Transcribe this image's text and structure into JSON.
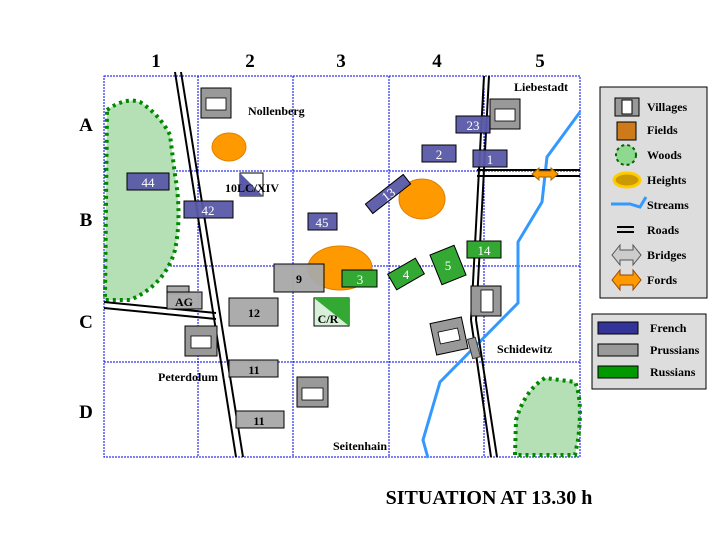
{
  "columns": [
    "1",
    "2",
    "3",
    "4",
    "5"
  ],
  "rows": [
    "A",
    "B",
    "C",
    "D"
  ],
  "towns": {
    "nollenberg": "Nollenberg",
    "liebestadt": "Liebestadt",
    "schidewitz": "Schidewitz",
    "peterdolum": "Peterdolum",
    "seitenhain": "Seitenhain"
  },
  "units": {
    "u44": "44",
    "u42": "42",
    "u45": "45",
    "u13": "13",
    "u23": "23",
    "u2": "2",
    "u1": "1",
    "u10": "10LC/XIV",
    "u9": "9",
    "u12": "12",
    "u11a": "11",
    "u11b": "11",
    "uag": "AG",
    "u3": "3",
    "u4": "4",
    "u5": "5",
    "u14": "14",
    "ucr": "C/R"
  },
  "legend": {
    "villages": "Villages",
    "fields": "Fields",
    "woods": "Woods",
    "heights": "Heights",
    "streams": "Streams",
    "roads": "Roads",
    "bridges": "Bridges",
    "fords": "Fords"
  },
  "sides": {
    "french": "French",
    "prussians": "Prussians",
    "russians": "Russians"
  },
  "colors": {
    "french": "#5a5aa8",
    "prussians": "#a8a8a8",
    "russians": "#33a833",
    "heights": "#ff9900",
    "woods": "#b5e0b5",
    "stream": "#3399ff"
  },
  "title": "SITUATION AT 13.30 h"
}
